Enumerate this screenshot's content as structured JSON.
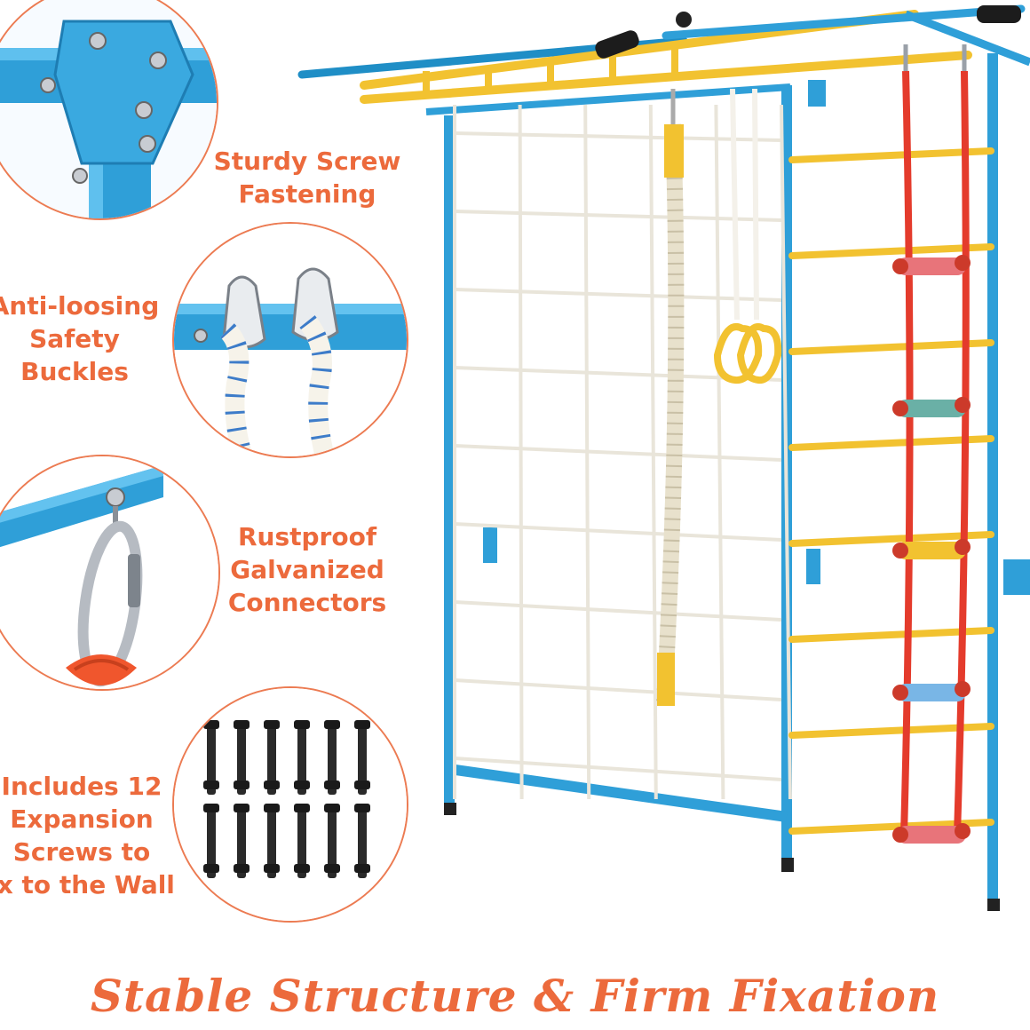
{
  "features": [
    {
      "id": "screw",
      "lines": [
        "Sturdy Screw",
        "Fastening"
      ]
    },
    {
      "id": "buckles",
      "lines": [
        "Anti-loosing",
        "Safety",
        "Buckles"
      ]
    },
    {
      "id": "connectors",
      "lines": [
        "Rustproof",
        "Galvanized",
        "Connectors"
      ]
    },
    {
      "id": "screws-kit",
      "lines": [
        "Includes 12",
        "Expansion",
        "Screws to",
        "ix to the Wall"
      ]
    }
  ],
  "headline": {
    "part1": "Stable Structure",
    "amp": "&",
    "part2": "Firm Fixation"
  },
  "colors": {
    "accent_orange": "#ec6a3c",
    "frame_blue": "#2f9fd8",
    "bar_yellow": "#f2c230",
    "rope_red": "#e43b2c",
    "net_white": "#f4f1ea"
  },
  "icons": [
    "bracket-icon",
    "buckle-icon",
    "carabiner-icon",
    "expansion-screw-icon"
  ]
}
